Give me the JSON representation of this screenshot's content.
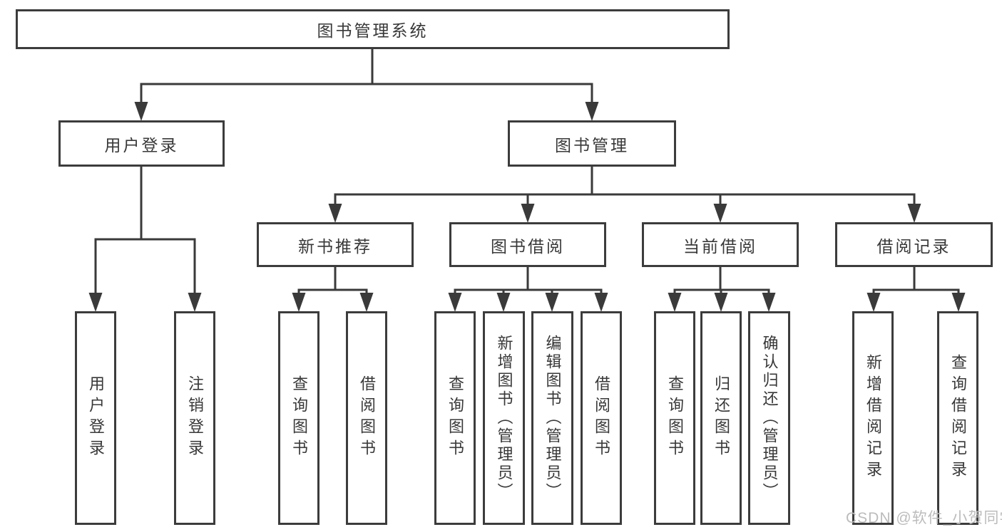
{
  "title": "图书管理系统",
  "watermark": "CSDN @软件_小贺同学",
  "colors": {
    "line": "#3a3a3a",
    "box_border": "#3c3c3c",
    "text": "#383838",
    "background": "#ffffff",
    "watermark": "#bcbcbc"
  },
  "tree": {
    "label": "图书管理系统",
    "children": [
      {
        "label": "用户登录",
        "children": [
          {
            "label": "用户登录"
          },
          {
            "label": "注销登录"
          }
        ]
      },
      {
        "label": "图书管理",
        "children": [
          {
            "label": "新书推荐",
            "children": [
              {
                "label": "查询图书"
              },
              {
                "label": "借阅图书"
              }
            ]
          },
          {
            "label": "图书借阅",
            "children": [
              {
                "label": "查询图书"
              },
              {
                "label": "新增图书（管理员）"
              },
              {
                "label": "编辑图书（管理员）"
              },
              {
                "label": "借阅图书"
              }
            ]
          },
          {
            "label": "当前借阅",
            "children": [
              {
                "label": "查询图书"
              },
              {
                "label": "归还图书"
              },
              {
                "label": "确认归还（管理员）"
              }
            ]
          },
          {
            "label": "借阅记录",
            "children": [
              {
                "label": "新增借阅记录"
              },
              {
                "label": "查询借阅记录"
              }
            ]
          }
        ]
      }
    ]
  }
}
